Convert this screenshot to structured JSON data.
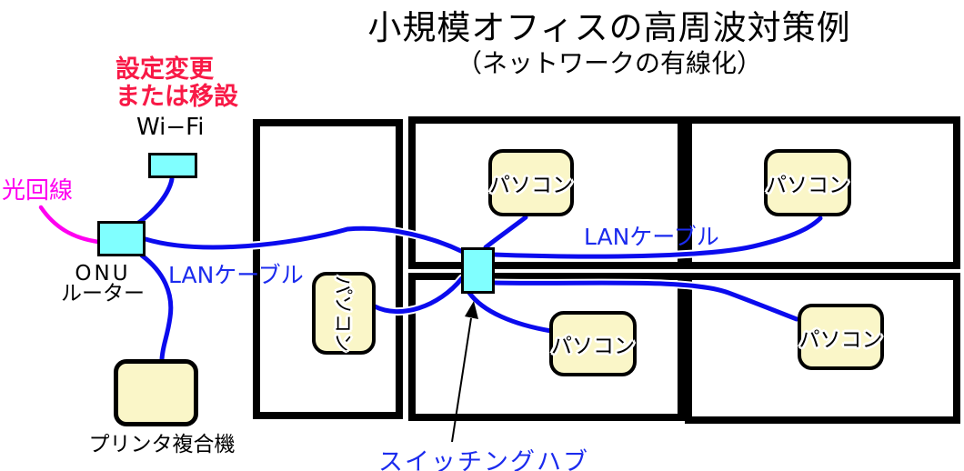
{
  "header": {
    "title": "小規模オフィスの高周波対策例",
    "subtitle": "（ネットワークの有線化）"
  },
  "diagram": {
    "annotations": {
      "config_change": {
        "line1": "設定変更",
        "line2": "または移設"
      },
      "fiber_line": "光回線",
      "lan_cable_left": "LANケーブル",
      "lan_cable_right": "LANケーブル",
      "switching_hub": "スイッチングハブ"
    },
    "devices": {
      "wifi": "Wi−Fi",
      "onu": {
        "line1": "ONU",
        "line2": "ルーター"
      },
      "printer": "プリンタ複合機",
      "pc": "パソコン"
    },
    "colors": {
      "device_fill": "#80ffff",
      "pc_fill": "#faf6c8",
      "cable_blue": "#0b0bee",
      "label_blue": "#1b2bee",
      "fiber_magenta": "#ff00f0",
      "warning_red": "#f81946",
      "wall_black": "#000000"
    }
  }
}
